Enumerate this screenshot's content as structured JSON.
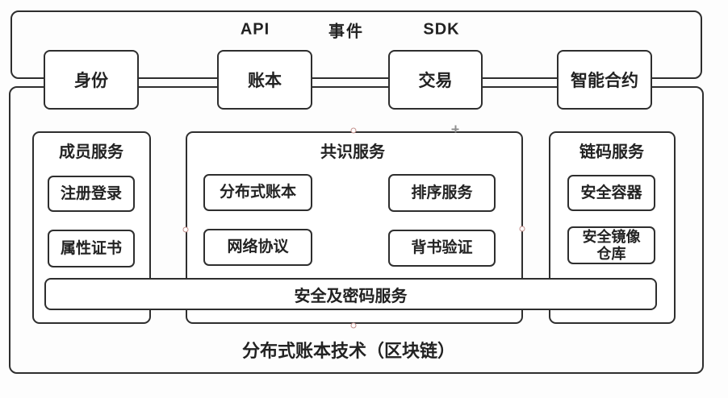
{
  "interface_bar": {
    "labels": [
      "API",
      "事件",
      "SDK"
    ]
  },
  "modules": [
    "身份",
    "账本",
    "交易",
    "智能合约"
  ],
  "services": [
    {
      "title": "成员服务",
      "items": [
        "注册登录",
        "属性证书"
      ]
    },
    {
      "title": "共识服务",
      "items": [
        "分布式账本",
        "排序服务",
        "网络协议",
        "背书验证"
      ]
    },
    {
      "title": "链码服务",
      "items": [
        "安全容器",
        "安全镜像\n仓库"
      ]
    }
  ],
  "security_bar": {
    "label": "安全及密码服务"
  },
  "caption": {
    "label": "分布式账本技术（区块链）"
  },
  "colors": {
    "stroke": "#2e2e2e",
    "text": "#222222",
    "background": "#fdfdfd",
    "anchor": "#c38f8b"
  }
}
